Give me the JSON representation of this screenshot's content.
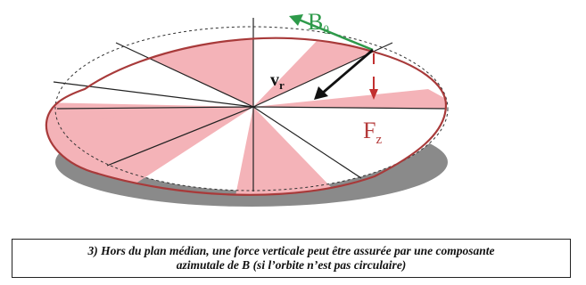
{
  "labels": {
    "b_theta": "Bθ",
    "v_r": "vr",
    "f_z": "Fz"
  },
  "caption": {
    "line1": "3) Hors du plan médian, une force verticale peut être assurée par une composante",
    "line2": "azimutale de B (si l’orbite n’est pas circulaire)"
  },
  "colors": {
    "pink_sector": "#f4b3b8",
    "orbit_red": "#a83a3a",
    "b_arrow_green": "#2e9a4a",
    "f_arrow_red": "#c23030",
    "vr_arrow_black": "#111111",
    "shadow_gray": "#8a8a8a"
  }
}
